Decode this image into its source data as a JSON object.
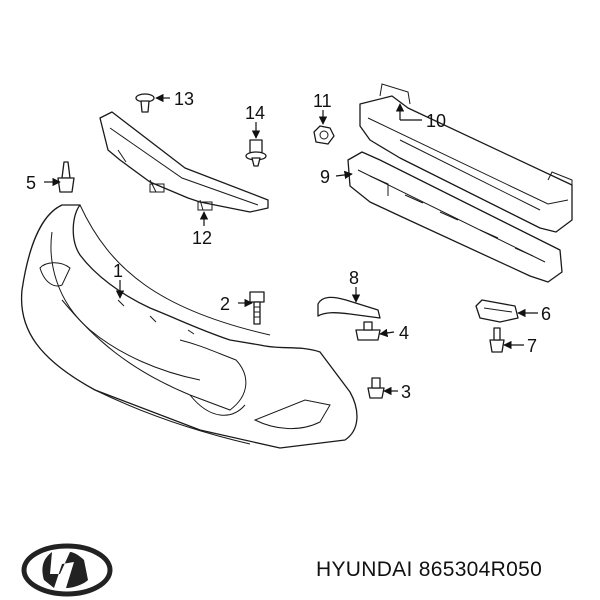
{
  "callouts": [
    {
      "id": "1",
      "label": "1"
    },
    {
      "id": "2",
      "label": "2"
    },
    {
      "id": "3",
      "label": "3"
    },
    {
      "id": "4",
      "label": "4"
    },
    {
      "id": "5",
      "label": "5"
    },
    {
      "id": "6",
      "label": "6"
    },
    {
      "id": "7",
      "label": "7"
    },
    {
      "id": "8",
      "label": "8"
    },
    {
      "id": "9",
      "label": "9"
    },
    {
      "id": "10",
      "label": "10"
    },
    {
      "id": "11",
      "label": "11"
    },
    {
      "id": "12",
      "label": "12"
    },
    {
      "id": "13",
      "label": "13"
    },
    {
      "id": "14",
      "label": "14"
    }
  ],
  "caption": {
    "brand": "HYUNDAI",
    "part_number": "865304R050"
  },
  "logo": {
    "name": "hyundai-logo-icon",
    "color": "#222222"
  }
}
